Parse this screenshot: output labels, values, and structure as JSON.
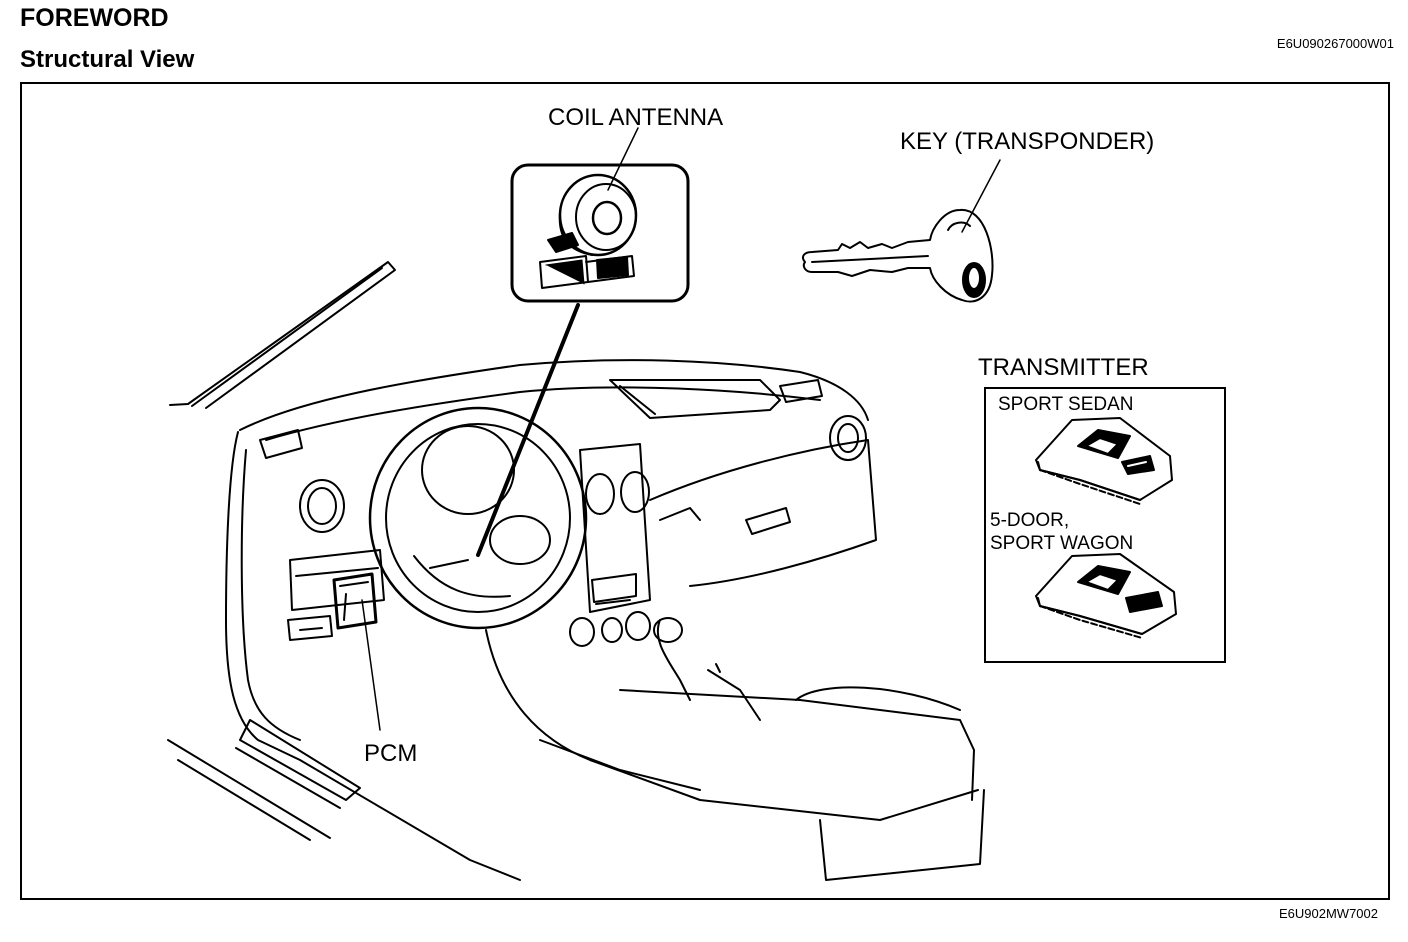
{
  "header": {
    "title": "FOREWORD",
    "subtitle": "Structural View",
    "doc_code": "E6U090267000W01"
  },
  "figure": {
    "labels": {
      "coil_antenna": "COIL ANTENNA",
      "key": "KEY (TRANSPONDER)",
      "transmitter": "TRANSMITTER",
      "sport_sedan": "SPORT SEDAN",
      "five_door_line1": "5-DOOR,",
      "five_door_line2": "SPORT WAGON",
      "pcm": "PCM"
    },
    "figure_code": "E6U902MW7002"
  }
}
